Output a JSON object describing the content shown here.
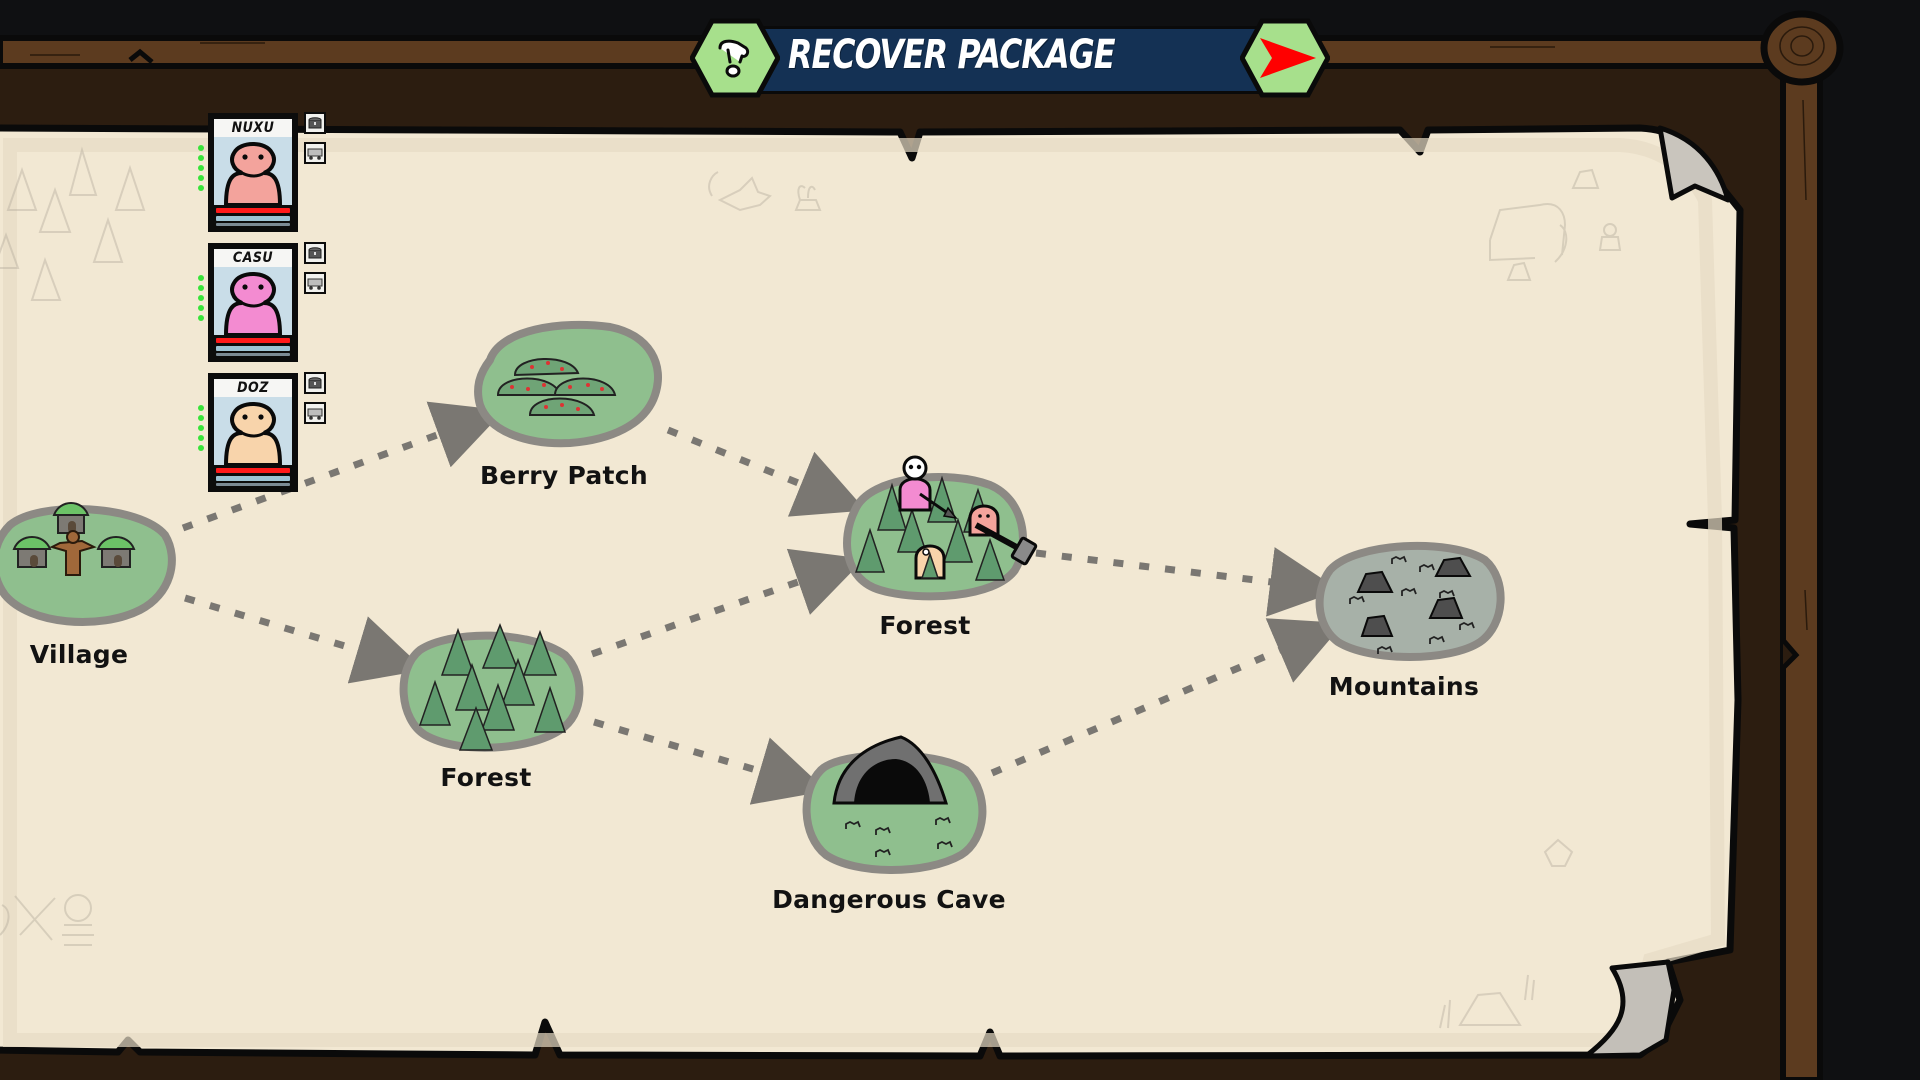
{
  "quest_banner": {
    "title": "RECOVER PACKAGE",
    "quest_icon": "hand-drop-icon",
    "go_icon": "red-arrow-right-icon",
    "colors": {
      "banner_bg": "#143154",
      "hex_bg": "#a7e08c",
      "arrow": "#ff0000"
    }
  },
  "party": {
    "members": [
      {
        "name": "NUXU",
        "body_color": "#f3a39c",
        "hp_dots": 5,
        "equipment": [
          "chest-icon",
          "cart-icon"
        ]
      },
      {
        "name": "CASU",
        "body_color": "#f38bd1",
        "hp_dots": 5,
        "equipment": [
          "chest-icon",
          "cart-icon"
        ]
      },
      {
        "name": "DOZ",
        "body_color": "#f8d4ab",
        "hp_dots": 5,
        "equipment": [
          "chest-icon",
          "cart-icon"
        ]
      }
    ]
  },
  "map": {
    "nodes": [
      {
        "id": "village",
        "label": "Village",
        "type": "village"
      },
      {
        "id": "berry-patch",
        "label": "Berry Patch",
        "type": "berries"
      },
      {
        "id": "forest-lower",
        "label": "Forest",
        "type": "forest"
      },
      {
        "id": "forest-current",
        "label": "Forest",
        "type": "forest",
        "party_here": true,
        "enemies": [
          "skull-masked-enemy",
          "hammer-wielder",
          "tan-creature"
        ]
      },
      {
        "id": "dangerous-cave",
        "label": "Dangerous Cave",
        "type": "cave"
      },
      {
        "id": "mountains",
        "label": "Mountains",
        "type": "mountains"
      }
    ],
    "paths": [
      [
        "village",
        "berry-patch"
      ],
      [
        "village",
        "forest-lower"
      ],
      [
        "berry-patch",
        "forest-current"
      ],
      [
        "forest-lower",
        "forest-current"
      ],
      [
        "forest-lower",
        "dangerous-cave"
      ],
      [
        "forest-current",
        "mountains"
      ],
      [
        "dangerous-cave",
        "mountains"
      ]
    ],
    "colors": {
      "parchment": "#f2e8d3",
      "land": "#8fbf8e",
      "mountain_land": "#a7b1a8",
      "path": "#7a7772",
      "frame_wood": "#5c3b1f",
      "frame_inner": "#2a1c10"
    }
  }
}
